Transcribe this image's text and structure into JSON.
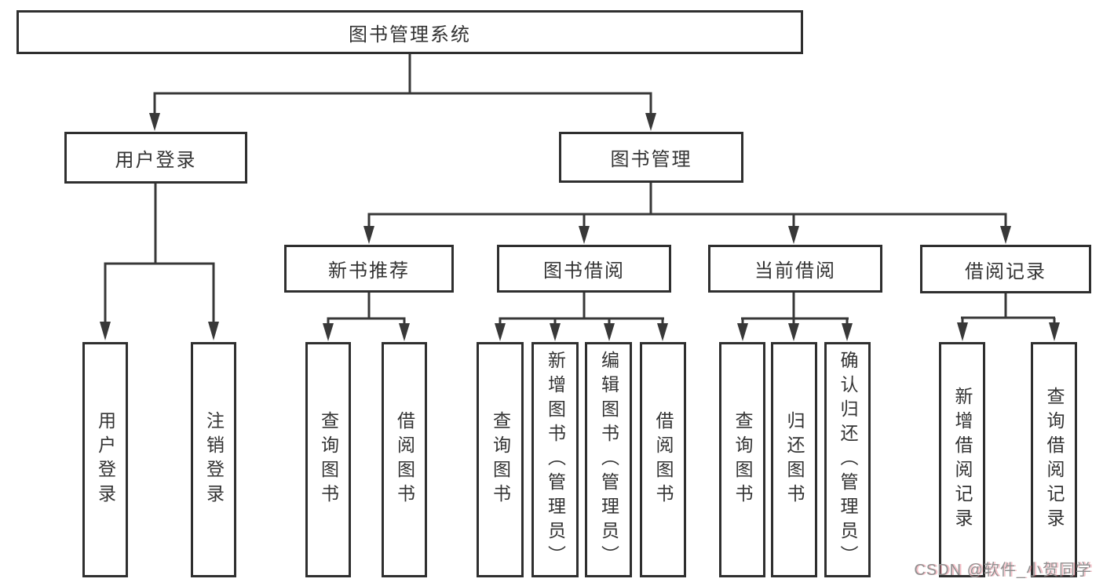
{
  "diagram": {
    "root": {
      "label": "图书管理系统"
    },
    "branches": [
      {
        "label": "用户登录"
      },
      {
        "label": "图书管理"
      }
    ],
    "modules": [
      {
        "label": "新书推荐"
      },
      {
        "label": "图书借阅"
      },
      {
        "label": "当前借阅"
      },
      {
        "label": "借阅记录"
      }
    ],
    "leaves": [
      {
        "label": "用户登录"
      },
      {
        "label": "注销登录"
      },
      {
        "label": "查询图书"
      },
      {
        "label": "借阅图书"
      },
      {
        "label": "查询图书"
      },
      {
        "label": "新增图书（管理员）"
      },
      {
        "label": "编辑图书（管理员）"
      },
      {
        "label": "借阅图书"
      },
      {
        "label": "查询图书"
      },
      {
        "label": "归还图书"
      },
      {
        "label": "确认归还（管理员）"
      },
      {
        "label": "新增借阅记录"
      },
      {
        "label": "查询借阅记录"
      }
    ]
  },
  "watermark": {
    "text": "CSDN @软件_小贺同学"
  },
  "colors": {
    "line": "#383838",
    "text": "#333333",
    "watermark": "#8f8f8f",
    "background": "#ffffff"
  }
}
